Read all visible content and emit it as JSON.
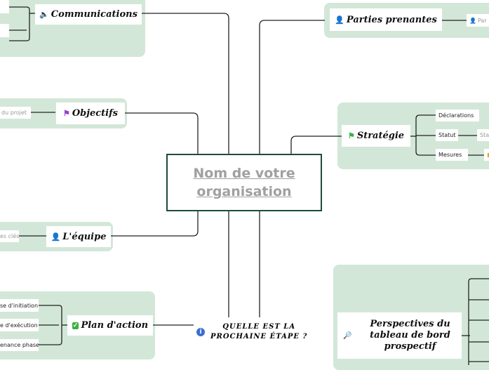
{
  "center": {
    "line1": "Nom de votre",
    "line2": "organisation"
  },
  "next_step": {
    "line1": "QUELLE EST LA",
    "line2": "PROCHAINE ÉTAPE ?"
  },
  "communications": {
    "label": "Communications"
  },
  "objectifs": {
    "label": "Objectifs",
    "child": "du projet"
  },
  "equipe": {
    "label": "L'équipe",
    "child": "es clés"
  },
  "plan": {
    "label": "Plan d'action",
    "children": [
      "se d'initiation",
      "e d'exécution",
      "enance phase"
    ]
  },
  "parties": {
    "label": "Parties prenantes",
    "child": "Par"
  },
  "strategie": {
    "label": "Stratégie",
    "children": [
      "Déclarations",
      "Statut",
      "Mesures"
    ],
    "statut_child": "Sta"
  },
  "perspectives": {
    "line1": "Perspectives du",
    "line2": "tableau de bord",
    "line3": "prospectif"
  },
  "colors": {
    "panel": "#d3e7d8",
    "center_border": "#1e4a3c",
    "center_text": "#a0a0a0",
    "line": "#222222"
  }
}
